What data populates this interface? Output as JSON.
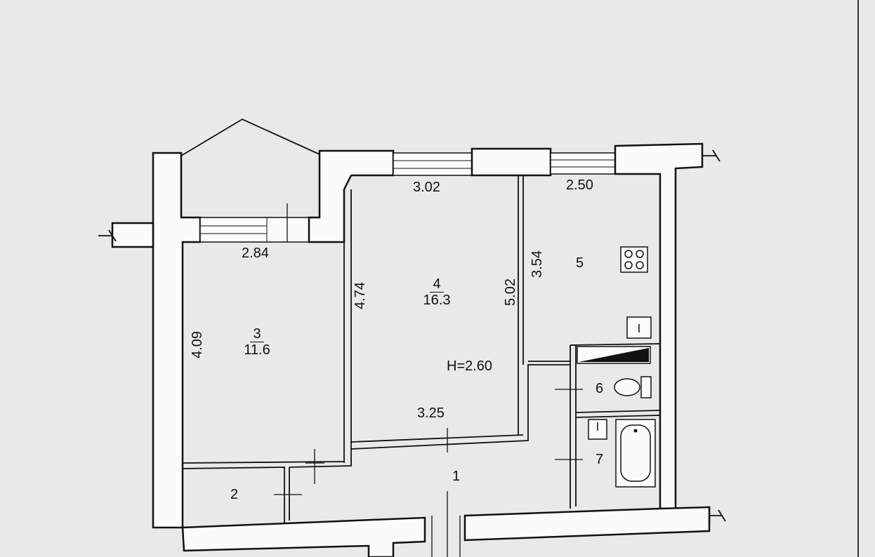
{
  "plan": {
    "rooms": [
      {
        "number": "1"
      },
      {
        "number": "2"
      },
      {
        "number": "3",
        "area": "11.6"
      },
      {
        "number": "4",
        "area": "16.3"
      },
      {
        "number": "5"
      },
      {
        "number": "6"
      },
      {
        "number": "7"
      }
    ],
    "dimensions": {
      "room4_top": "3.02",
      "room5_top": "2.50",
      "room3_top": "2.84",
      "room3_left": "4.09",
      "room4_left": "4.74",
      "room4_right": "5.02",
      "room5_left": "3.54",
      "room4_bottom": "3.25"
    },
    "ceiling_height": "H=2.60"
  }
}
